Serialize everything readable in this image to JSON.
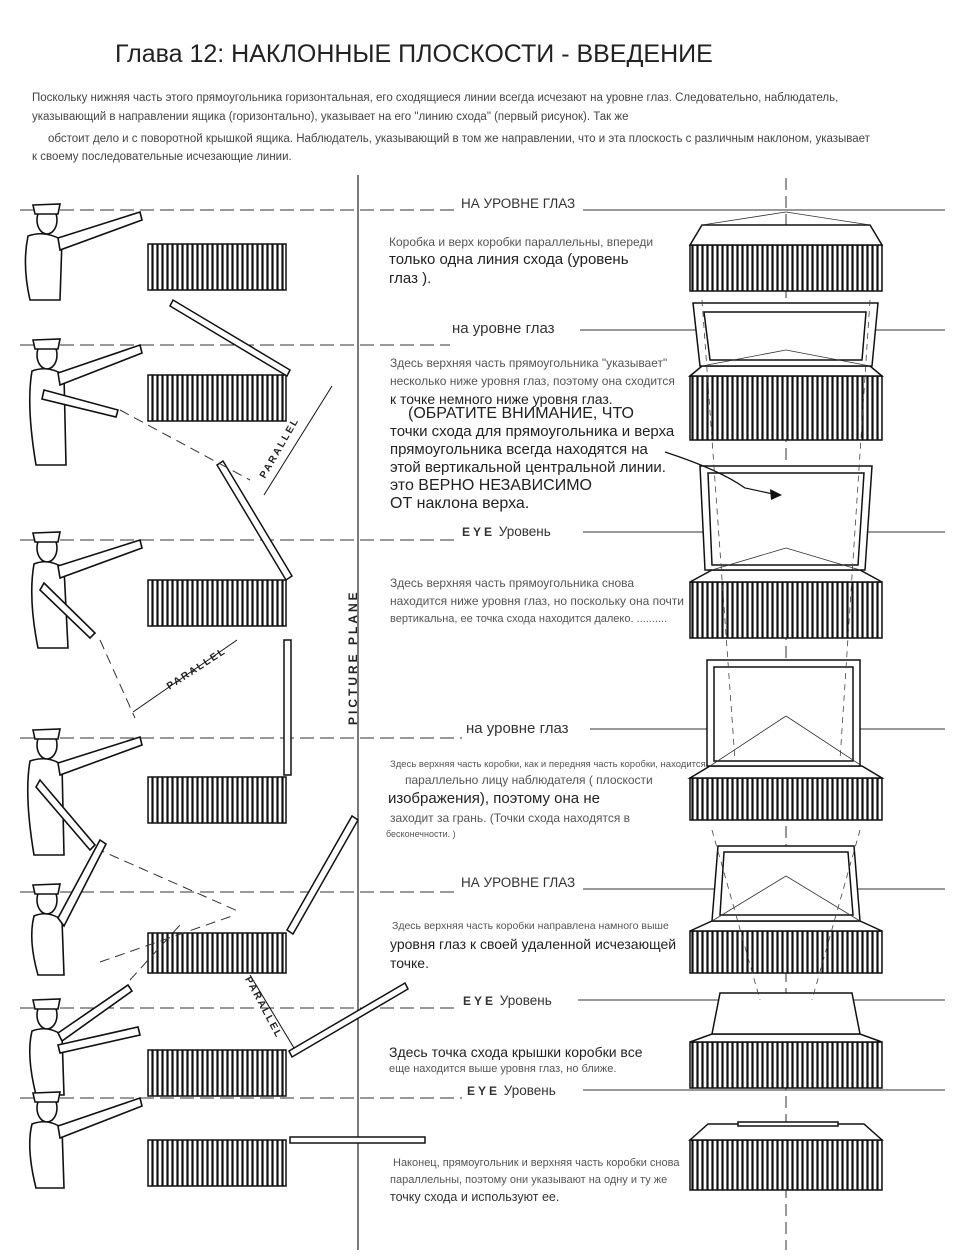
{
  "page": {
    "title": "Глава 12: НАКЛОННЫЕ ПЛОСКОСТИ - ВВЕДЕНИЕ",
    "intro": [
      "Поскольку нижняя часть этого прямоугольника горизонтальная, его сходящиеся линии всегда исчезают на уровне глаз. Следовательно, наблюдатель,",
      "указывающий в направлении ящика (горизонтально), указывает на его \"линию схода\" (первый рисунок). Так же",
      "обстоит дело и с поворотной крышкой ящика. Наблюдатель, указывающий в том же направлении, что и эта плоскость с различным наклоном, указывает",
      "к своему последовательные исчезающие линии."
    ]
  },
  "labels": {
    "eye1": "НА УРОВНЕ ГЛАЗ",
    "eye2": "на уровне глаз",
    "eye3_word": "EYE",
    "eye3": "Уровень",
    "eye4": "на уровне глаз",
    "eye5": "НА УРОВНЕ ГЛАЗ",
    "eye6_word": "EYE",
    "eye6": "Уровень",
    "eye7_word": "EYE",
    "eye7": "Уровень",
    "picture_plane": "PICTURE PLANE",
    "parallel": "PARALLEL"
  },
  "notes": {
    "n1a": "Коробка и верх коробки параллельны, впереди",
    "n1b": "только одна линия схода (уровень",
    "n1c": "глаз ).",
    "n2a": "Здесь верхняя часть прямоугольника \"указывает\"",
    "n2b": "несколько ниже уровня глаз, поэтому она сходится",
    "n2c": "к   точке немного ниже уровня глаз.",
    "n2d": "(ОБРАТИТЕ ВНИМАНИЕ, ЧТО",
    "n2e": "точки схода для прямоугольника и верха",
    "n2f": "прямоугольника всегда находятся на",
    "n2g": "этой вертикальной центральной линии.",
    "n2h": "это ВЕРНО НЕЗАВИСИМО",
    "n2i": "ОТ наклона верха.",
    "n3a": "Здесь верхняя часть прямоугольника снова",
    "n3b": "находится ниже уровня глаз, но поскольку она почти",
    "n3c": "вертикальна, ее точка схода находится далеко. ..........",
    "n4a": "Здесь верхняя часть коробки, как и передняя часть коробки, находится",
    "n4b": "параллельно лицу наблюдателя ( плоскости",
    "n4c": "изображения), поэтому она не",
    "n4d": "заходит за грань. (Точки схода находятся в",
    "n4e": "бесконечности. )",
    "n5a": "Здесь верхняя часть коробки направлена намного выше",
    "n5b": "уровня глаз к своей удаленной исчезающей",
    "n5c": "точке.",
    "n6a": "Здесь точка схода крышки коробки все",
    "n6b": "еще находится выше уровня глаз, но ближе.",
    "n7a": "Наконец, прямоугольник и верхняя часть коробки снова",
    "n7b": "параллельны, поэтому они указывают на одну и ту же",
    "n7c": "точку схода и используют ее."
  }
}
